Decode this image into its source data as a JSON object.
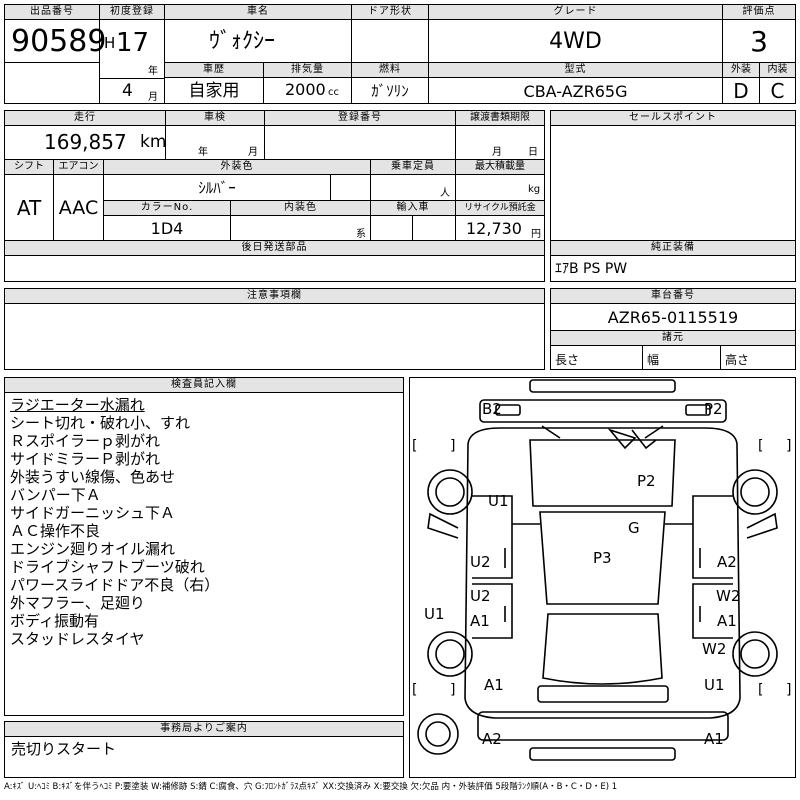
{
  "header_row": {
    "lot_no": {
      "label": "出品番号",
      "value": "90589"
    },
    "first_reg": {
      "label": "初度登録",
      "era": "H",
      "year": "17",
      "year_unit": "年",
      "month": "4",
      "month_unit": "月"
    },
    "car_name": {
      "label": "車名",
      "value": "ｳﾞｫｸｼｰ"
    },
    "door_type": {
      "label": "ドア形状",
      "value": ""
    },
    "grade": {
      "label": "グレード",
      "value": "4WD"
    },
    "score": {
      "label": "評価点",
      "value": "3"
    },
    "history": {
      "label": "車歴",
      "value": "自家用"
    },
    "displacement": {
      "label": "排気量",
      "value": "2000",
      "unit": "cc"
    },
    "fuel": {
      "label": "燃料",
      "value": "ｶﾞｿﾘﾝ"
    },
    "model": {
      "label": "型式",
      "value": "CBA-AZR65G"
    },
    "exterior_grade": {
      "label": "外装",
      "value": "D"
    },
    "interior_grade": {
      "label": "内装",
      "value": "C"
    }
  },
  "row2": {
    "mileage": {
      "label": "走行",
      "value": "169,857",
      "unit": "km"
    },
    "inspection": {
      "label": "車検",
      "year_unit": "年",
      "month_unit": "月"
    },
    "reg_no": {
      "label": "登録番号",
      "value": ""
    },
    "transfer_deadline": {
      "label": "譲渡書類期限",
      "month_unit": "月",
      "day_unit": "日"
    },
    "sales_point": {
      "label": "セールスポイント",
      "value": ""
    }
  },
  "row3": {
    "shift": {
      "label": "シフト",
      "value": "AT"
    },
    "aircon": {
      "label": "エアコン",
      "value": "AAC"
    },
    "ext_color": {
      "label": "外装色",
      "value": "ｼﾙﾊﾞｰ"
    },
    "capacity": {
      "label": "乗車定員",
      "unit": "人"
    },
    "max_load": {
      "label": "最大積載量",
      "unit": "kg"
    },
    "color_no": {
      "label": "カラーNo.",
      "value": "1D4"
    },
    "int_color": {
      "label": "内装色",
      "unit": "系"
    },
    "import": {
      "label": "輸入車",
      "value": ""
    },
    "recycle": {
      "label": "リサイクル預託金",
      "value": "12,730",
      "unit": "円"
    }
  },
  "shipping": {
    "label": "後日発送部品",
    "value": ""
  },
  "equipment": {
    "label": "純正装備",
    "value": "ｴｱB PS PW"
  },
  "notes": {
    "label": "注意事項欄",
    "value": ""
  },
  "chassis": {
    "label": "車台番号",
    "value": "AZR65-0115519"
  },
  "dimensions": {
    "label": "諸元",
    "length": "長さ",
    "width": "幅",
    "height": "高さ"
  },
  "inspector": {
    "label": "検査員記入欄",
    "lines": [
      "ラジエーター水漏れ",
      "シート切れ・破れ小、すれ",
      "Ｒスポイラーｐ剥がれ",
      "サイドミラーＰ剥がれ",
      "外装うすい線傷、色あせ",
      "バンパー下Ａ",
      "サイドガーニッシュ下Ａ",
      "ＡＣ操作不良",
      "エンジン廻りオイル漏れ",
      "ドライブシャフトブーツ破れ",
      "パワースライドドア不良（右）",
      "外マフラー、足廻り",
      "ボディ振動有",
      "スタッドレスタイヤ"
    ]
  },
  "office": {
    "label": "事務局よりご案内",
    "value": "売切りスタート"
  },
  "diagram_marks": {
    "b2": "B2",
    "p2_top": "P2",
    "p2_hood": "P2",
    "g": "G",
    "p3": "P3",
    "u1_left_front": "U1",
    "u2_left": "U2",
    "u2_left2": "U2",
    "a1_left_door": "A1",
    "u1_left_fender": "U1",
    "a1_left_rear": "A1",
    "a2_right": "A2",
    "w2_right": "W2",
    "a1_right": "A1",
    "w2_right2": "W2",
    "u1_right_rear": "U1",
    "a2_bottom": "A2",
    "a1_bottom": "A1",
    "bracket_open": "[",
    "bracket_close": "]"
  },
  "legend": "A:ｷｽﾞ U:ﾍｺﾐ B:ｷｽﾞを伴うﾍｺﾐ P:要塗装 W:補修跡 S:錆 C:腐食、穴 G:ﾌﾛﾝﾄｶﾞﾗｽ点ｷｽﾞ XX:交換済み X:要交換 欠:欠品 内・外装評価 5段階ﾗﾝｸ順(A・B・C・D・E) 1"
}
